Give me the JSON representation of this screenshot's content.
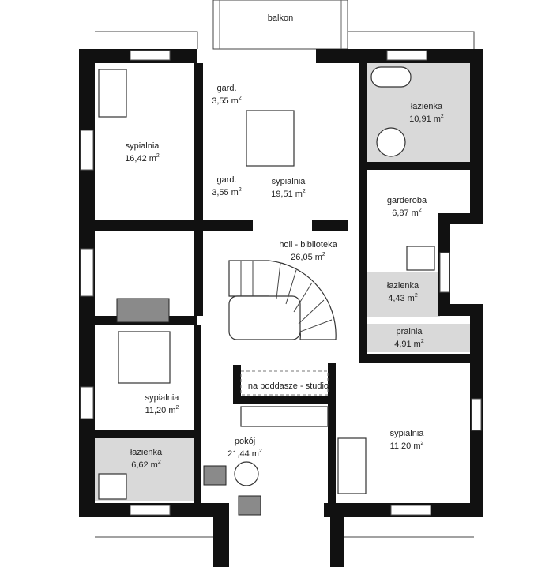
{
  "title": "Floor plan",
  "rooms": [
    {
      "id": "balkon",
      "name": "balkon",
      "area": ""
    },
    {
      "id": "gard1",
      "name": "gard.",
      "area": "3,55 m"
    },
    {
      "id": "gard2",
      "name": "gard.",
      "area": "3,55 m"
    },
    {
      "id": "sypialnia1",
      "name": "sypialnia",
      "area": "16,42 m"
    },
    {
      "id": "sypialnia2",
      "name": "sypialnia",
      "area": "19,51 m"
    },
    {
      "id": "lazienka1",
      "name": "łazienka",
      "area": "10,91 m"
    },
    {
      "id": "garderoba",
      "name": "garderoba",
      "area": "6,87 m"
    },
    {
      "id": "holl",
      "name": "holl - biblioteka",
      "area": "26,05 m"
    },
    {
      "id": "lazienka2",
      "name": "łazienka",
      "area": "4,43 m"
    },
    {
      "id": "pralnia",
      "name": "pralnia",
      "area": "4,91 m"
    },
    {
      "id": "poddasze",
      "name": "na poddasze - studio",
      "area": ""
    },
    {
      "id": "sypialnia3",
      "name": "sypialnia",
      "area": "11,20 m"
    },
    {
      "id": "pokoj",
      "name": "pokój",
      "area": "21,44 m"
    },
    {
      "id": "lazienka3",
      "name": "łazienka",
      "area": "6,62 m"
    },
    {
      "id": "sypialnia4",
      "name": "sypialnia",
      "area": "11,20 m"
    }
  ],
  "unit_sup": "2"
}
